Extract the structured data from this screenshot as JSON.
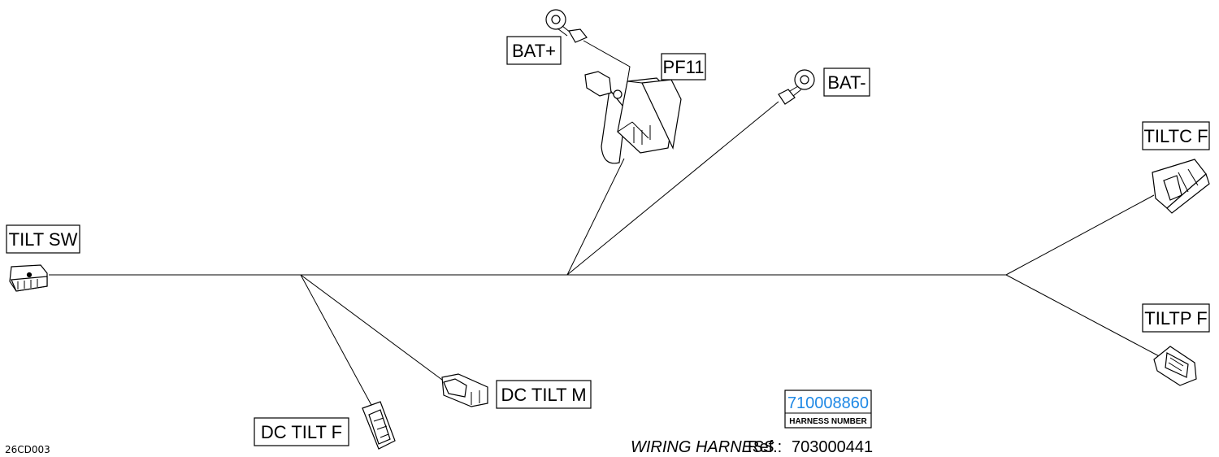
{
  "labels": {
    "bat_plus": "BAT+",
    "pf11": "PF11",
    "bat_minus": "BAT-",
    "tiltc_f": "TILTC F",
    "tilt_sw": "TILT SW",
    "tiltp_f": "TILTP F",
    "dc_tilt_m": "DC TILT M",
    "dc_tilt_f": "DC TILT F"
  },
  "harness": {
    "number": "710008860",
    "number_caption": "HARNESS NUMBER",
    "title": "WIRING HARNESS",
    "ref_label": "Ref.:",
    "ref_value": "703000441"
  },
  "figure_code": "26CD003",
  "colors": {
    "harness_number": "#1e88e5",
    "lines": "#000000"
  }
}
